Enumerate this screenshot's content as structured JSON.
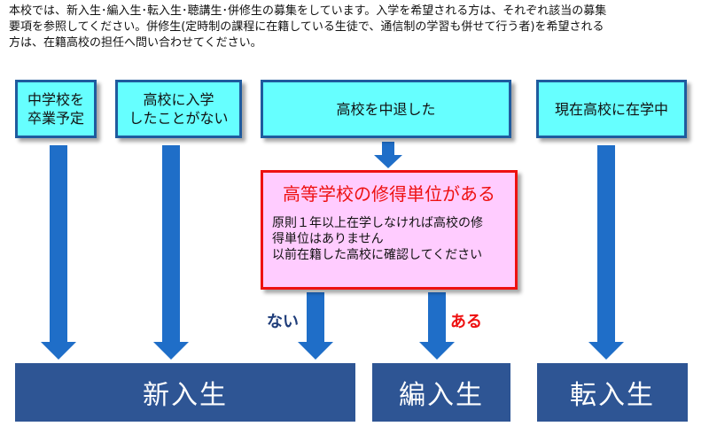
{
  "intro": {
    "lines": [
      "本校では、新入生･編入生･転入生･聴講生･併修生の募集をしています。入学を希望される方は、それぞれ該当の募集",
      "要項を参照してください。併修生(定時制の課程に在籍している生徒で、通信制の学習も併せて行う者)を希望される",
      "方は、在籍高校の担任へ問い合わせてください。"
    ]
  },
  "situations": [
    {
      "lines": [
        "中学校を",
        "卒業予定"
      ]
    },
    {
      "lines": [
        "高校に入学",
        "したことがない"
      ]
    },
    {
      "lines": [
        "高校を中退した"
      ]
    },
    {
      "lines": [
        "現在高校に在学中"
      ]
    }
  ],
  "credits_box": {
    "title": "高等学校の修得単位がある",
    "body_lines": [
      "原則１年以上在学しなければ高校の修",
      "得単位はありません",
      "以前在籍した高校に確認してください"
    ]
  },
  "branch_labels": {
    "no": "ない",
    "yes": "ある"
  },
  "destinations": {
    "new_student": "新入生",
    "transfer_credit": "編入生",
    "transfer": "転入生"
  },
  "colors": {
    "situation_fill": "#66ffff",
    "situation_border": "#1f5b9e",
    "destination_fill": "#2e5594",
    "arrow": "#1f6ec8",
    "credits_fill": "#ffccff",
    "credits_border": "#ee1111",
    "label_no": "#1f3d7a",
    "label_yes": "#ee1111"
  }
}
